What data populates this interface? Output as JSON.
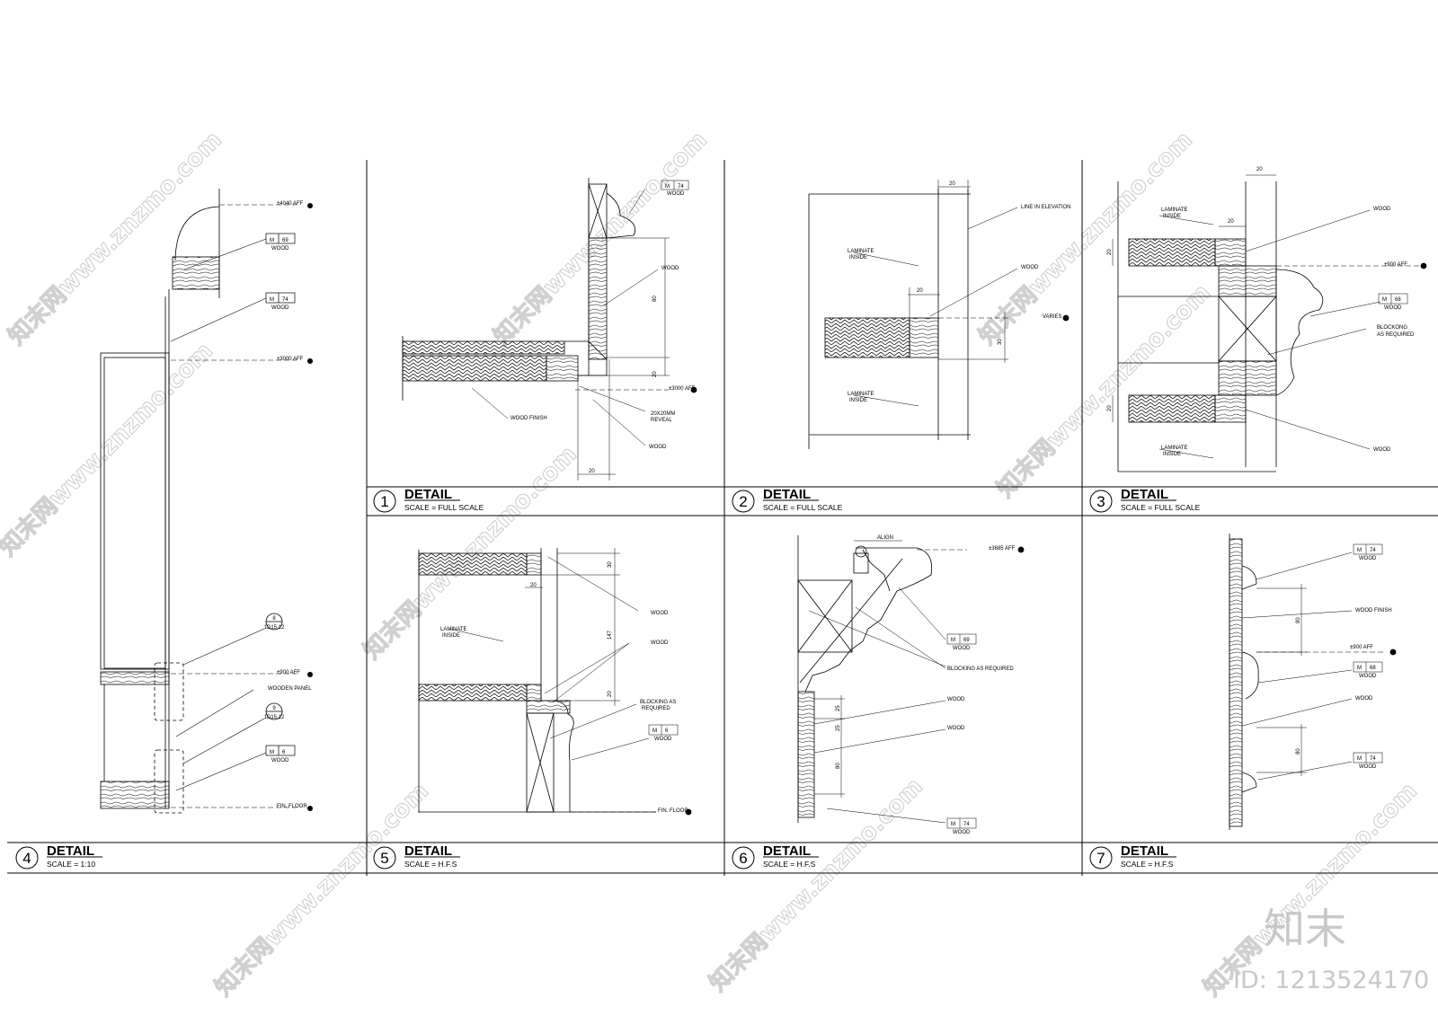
{
  "sheet": {
    "watermark": "知末网www.znzmo.com",
    "logo": "知末",
    "id_label": "ID: 1213524170"
  },
  "details": [
    {
      "num": "1",
      "title": "DETAIL",
      "scale": "SCALE = FULL SCALE",
      "labels": {
        "wood_a": "WOOD",
        "wood_b": "WOOD",
        "finish": "WOOD FINISH",
        "reveal1": "20X20MM",
        "reveal2": "REVEAL",
        "aff": "±3000 AFF",
        "mtag": "M",
        "mnum": "74",
        "mwood": "WOOD",
        "d80": "80",
        "d20": "20",
        "d20b": "20"
      }
    },
    {
      "num": "2",
      "title": "DETAIL",
      "scale": "SCALE = FULL SCALE",
      "labels": {
        "line": "LINE IN ELEVATION",
        "wood": "WOOD",
        "lam1": "LAMINATE",
        "lam1b": "INSIDE",
        "lam2": "LAMINATE",
        "lam2b": "INSIDE",
        "varies": "VARIES",
        "d20a": "20",
        "d20b": "20",
        "d30": "30"
      }
    },
    {
      "num": "3",
      "title": "DETAIL",
      "scale": "SCALE = FULL SCALE",
      "labels": {
        "lam1": "LAMINATE",
        "lam1b": "INSIDE",
        "lam2": "LAMINATE",
        "lam2b": "INSIDE",
        "wood_a": "WOOD",
        "wood_b": "WOOD",
        "aff": "±900 AFF",
        "mtag": "M",
        "mnum": "68",
        "mwood": "WOOD",
        "block1": "BLOCKONG",
        "block2": "AS REQUIRED",
        "d20a": "20",
        "d20b": "20",
        "d20c": "20",
        "d20d": "20"
      }
    },
    {
      "num": "4",
      "title": "DETAIL",
      "scale": "SCALE = 1:10",
      "labels": {
        "aff_top": "±4040 AFF",
        "aff_3000": "±3000 AFF",
        "aff_900": "±900 AFF",
        "fin_floor": "FIN. FLOOR",
        "m1": "M",
        "m1n": "69",
        "m1w": "WOOD",
        "m2": "M",
        "m2n": "74",
        "m2w": "WOOD",
        "m3": "M",
        "m3n": "6",
        "m3w": "WOOD",
        "c8": "8",
        "c8s": "1D15.12",
        "c9": "9",
        "c9s": "1D15.12",
        "panel": "WOODEN PANEL"
      }
    },
    {
      "num": "5",
      "title": "DETAIL",
      "scale": "SCALE = H.F.S",
      "labels": {
        "wood_a": "WOOD",
        "wood_b": "WOOD",
        "lam1": "LAMINATE",
        "lam1b": "INSIDE",
        "block1": "BLOCKING AS",
        "block2": "REQUIRED",
        "mtag": "M",
        "mnum": "6",
        "mwood": "WOOD",
        "fin_floor": "FIN. FLOOR",
        "d30": "30",
        "d147": "147",
        "d20a": "20",
        "d20b": "20"
      }
    },
    {
      "num": "6",
      "title": "DETAIL",
      "scale": "SCALE = H.F.S",
      "labels": {
        "align": "ALIGN",
        "aff": "±3685 AFF",
        "block": "BLOCKING AS REQUIRED",
        "wood_a": "WOOD",
        "wood_b": "WOOD",
        "m1": "M",
        "m1n": "69",
        "m1w": "WOOD",
        "m2": "M",
        "m2n": "74",
        "m2w": "WOOD",
        "d25a": "25",
        "d25b": "25",
        "d80": "80"
      }
    },
    {
      "num": "7",
      "title": "DETAIL",
      "scale": "SCALE = H.F.S",
      "labels": {
        "finish": "WOOD FINISH",
        "wood": "WOOD",
        "aff": "±900 AFF",
        "m1": "M",
        "m1n": "74",
        "m1w": "WOOD",
        "m2": "M",
        "m2n": "68",
        "m2w": "WOOD",
        "m3": "M",
        "m3n": "74",
        "m3w": "WOOD",
        "d80a": "80",
        "d80b": "80"
      }
    }
  ]
}
